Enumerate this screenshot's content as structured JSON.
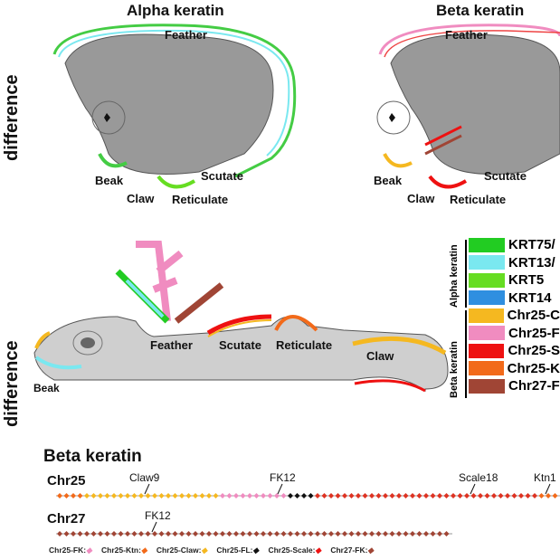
{
  "panel_a": {
    "title_left": "Alpha keratin",
    "title_right": "Beta keratin",
    "side_label": "difference",
    "labels": {
      "feather": "Feather",
      "beak": "Beak",
      "claw": "Claw",
      "scutate": "Scutate",
      "reticulate": "Reticulate"
    }
  },
  "panel_b": {
    "side_label": "difference",
    "labels": {
      "feather": "Feather",
      "scutate": "Scutate",
      "reticulate": "Reticulate",
      "claw": "Claw",
      "beak": "Beak"
    },
    "legend": {
      "alpha_group": "Alpha keratin",
      "beta_group": "Beta keratin",
      "items": [
        {
          "label": "KRT75/",
          "color": "#22cc22"
        },
        {
          "label": "KRT13/",
          "color": "#7ae8f0"
        },
        {
          "label": "KRT5",
          "color": "#66dd22"
        },
        {
          "label": "KRT14",
          "color": "#2f8fe0"
        },
        {
          "label": "Chr25-C",
          "color": "#f5b820"
        },
        {
          "label": "Chr25-F",
          "color": "#f08cc0"
        },
        {
          "label": "Chr25-S",
          "color": "#ee1111"
        },
        {
          "label": "Chr25-K",
          "color": "#f26a1a"
        },
        {
          "label": "Chr27-F",
          "color": "#a04535"
        }
      ]
    }
  },
  "panel_c": {
    "title": "Beta keratin",
    "chr25": {
      "label": "Chr25",
      "annotations": [
        "Claw9",
        "FK12",
        "Scale18",
        "Ktn1"
      ]
    },
    "chr27": {
      "label": "Chr27",
      "annotations": [
        "FK12"
      ]
    },
    "legend": [
      "Chr25-FK:",
      "Chr25-Ktn:",
      "Chr25-Claw:",
      "Chr25-FL:",
      "Chr25-Scale:",
      "Chr27-FK:"
    ]
  }
}
